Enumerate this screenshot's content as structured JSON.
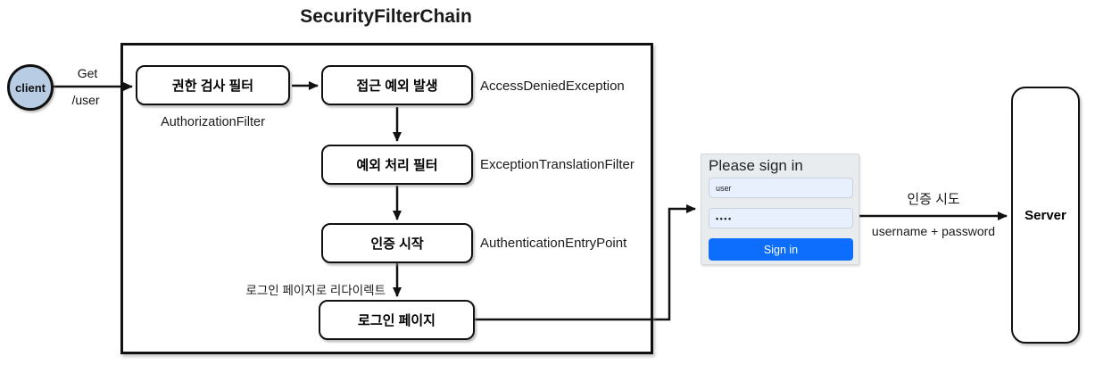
{
  "diagram": {
    "title": "SecurityFilterChain",
    "client": {
      "label": "client"
    },
    "request": {
      "method": "Get",
      "path": "/user"
    },
    "chain": {
      "boxes": [
        {
          "label": "권한 검사 필터",
          "annotation": "AuthorizationFilter"
        },
        {
          "label": "접근 예외 발생",
          "annotation": "AccessDeniedException"
        },
        {
          "label": "예외 처리 필터",
          "annotation": "ExceptionTranslationFilter"
        },
        {
          "label": "인증 시작",
          "annotation": "AuthenticationEntryPoint"
        },
        {
          "label": "로그인 페이지",
          "annotation": ""
        }
      ],
      "redirect_label": "로그인 페이지로 리다이렉트"
    },
    "signin_form": {
      "title": "Please sign in",
      "username_value": "user",
      "password_value": "••••",
      "button_label": "Sign in"
    },
    "auth_arrow": {
      "label_top": "인증 시도",
      "label_bottom": "username + password"
    },
    "server": {
      "label": "Server"
    },
    "colors": {
      "client_fill": "#b8cce4",
      "button_blue": "#0d6efd",
      "input_fill": "#e8f0fe",
      "form_bg": "#e9ecef",
      "line": "#111111"
    }
  }
}
